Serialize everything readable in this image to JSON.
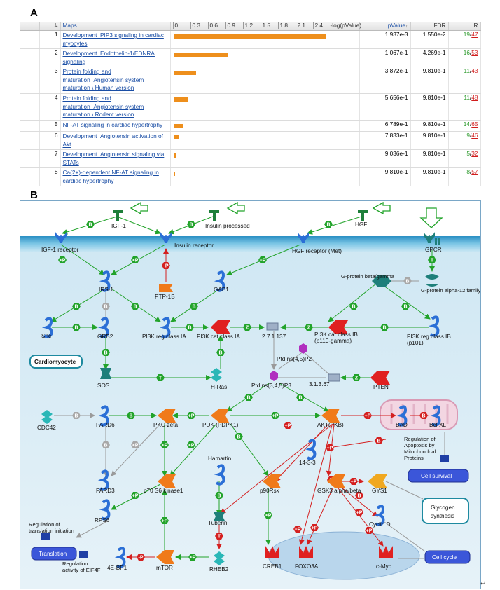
{
  "panel_a": {
    "letter": "A",
    "columns": {
      "num": "#",
      "maps": "Maps",
      "neglog": "-log(pValue)",
      "pvalue": "pValue",
      "pvalue_sort": "↑",
      "fdr": "FDR",
      "r": "R"
    },
    "ticks": [
      "0",
      "0.3",
      "0.6",
      "0.9",
      "1.2",
      "1.5",
      "1.8",
      "2.1",
      "2.4"
    ],
    "rows": [
      {
        "num": "1",
        "map": "Development_PIP3 signaling in cardiac myocytes",
        "bar": 2.71,
        "pvalue": "1.937e-3",
        "fdr": "1.550e-2",
        "r_green": "19",
        "r_red": "47"
      },
      {
        "num": "2",
        "map": "Development_Endothelin-1/EDNRA signaling",
        "bar": 0.97,
        "pvalue": "1.067e-1",
        "fdr": "4.269e-1",
        "r_green": "16",
        "r_red": "53"
      },
      {
        "num": "3",
        "map": "Protein folding and maturation_Angiotensin system maturation \\ Human version",
        "bar": 0.41,
        "pvalue": "3.872e-1",
        "fdr": "9.810e-1",
        "r_green": "11",
        "r_red": "43"
      },
      {
        "num": "4",
        "map": "Protein folding and maturation_Angiotensin system maturation \\ Rodent version",
        "bar": 0.25,
        "pvalue": "5.656e-1",
        "fdr": "9.810e-1",
        "r_green": "11",
        "r_red": "48"
      },
      {
        "num": "5",
        "map": "NF-AT signaling in cardiac hypertrophy",
        "bar": 0.17,
        "pvalue": "6.789e-1",
        "fdr": "9.810e-1",
        "r_green": "14",
        "r_red": "65"
      },
      {
        "num": "6",
        "map": "Development_Angiotensin activation of Akt",
        "bar": 0.11,
        "pvalue": "7.833e-1",
        "fdr": "9.810e-1",
        "r_green": "9",
        "r_red": "46"
      },
      {
        "num": "7",
        "map": "Development_Angiotensin signaling via STATs",
        "bar": 0.04,
        "pvalue": "9.036e-1",
        "fdr": "9.810e-1",
        "r_green": "5",
        "r_red": "32"
      },
      {
        "num": "8",
        "map": "Ca(2+)-dependent NF-AT signaling in cardiac hypertrophy",
        "bar": 0.01,
        "pvalue": "9.810e-1",
        "fdr": "9.810e-1",
        "r_green": "8",
        "r_red": "57"
      }
    ]
  },
  "panel_b": {
    "letter": "B",
    "nodes": {
      "igf1": "IGF-1",
      "insulin_processed": "Insulin processed",
      "hgf": "HGF",
      "igf1_receptor": "IGF-1 receptor",
      "insulin_receptor": "Insulin receptor",
      "hgf_receptor": "HGF receptor (Met)",
      "gpcr": "GPCR",
      "ptp1b": "PTP-1B",
      "irs1": "IRS-1",
      "gab1": "GAB1",
      "gprotein_bg": "G-protein beta/gamma",
      "gprotein_a12": "G-protein alpha-12 family",
      "shc": "Shc",
      "grb2": "GRB2",
      "pi3k_reg_ia": "PI3K reg class IA",
      "pi3k_cat_ia": "PI3K cat class IA",
      "ec_27_1_137": "2.7.1.137",
      "pi3k_cat_ib": "PI3K cat class IB (p110-gamma)",
      "pi3k_reg_ib": "PI3K reg class IB (p101)",
      "cardiomyocyte": "Cardiomyocyte",
      "ptdins45p2": "PtdIns(4,5)P2",
      "sos": "SOS",
      "hras": "H-Ras",
      "ptdins345p3": "PtdIns(3,4,5)P3",
      "ec_3_1_3_67": "3.1.3.67",
      "pten": "PTEN",
      "cdc42": "CDC42",
      "pard6": "PARD6",
      "pkczeta": "PKC-zeta",
      "pdk": "PDK (PDPK1)",
      "akt": "AKT(PKB)",
      "bad": "BAD",
      "bclxl": "Bcl-XL",
      "apoptosis": "Regulation of Apoptosis by Mitochondrial Proteins",
      "cell_survival": "Cell survival",
      "pard3": "PARD3",
      "p70s6": "p70 S6 kinase1",
      "hamartin": "Hamartin",
      "p90rsk": "p90Rsk",
      "r1433": "14-3-3",
      "gsk3": "GSK3 alpha/beta",
      "gys1": "GYS1",
      "glycogen": "Glycogen synthesis",
      "rps6": "RPS6",
      "tuberin": "Tuberin",
      "cyclind": "Cyclin D",
      "reg_translation": "Regulation of translation initiation",
      "translation": "Translation",
      "reg_eif4f": "Regulation activity of EIF4F",
      "fourebp1": "4E-BP1",
      "mtor": "mTOR",
      "rheb2": "RHEB2",
      "creb1": "CREB1",
      "foxo3a": "FOXO3A",
      "cmyc": "c-Myc",
      "cell_cycle": "Cell cycle"
    }
  },
  "colors": {
    "membrane": "#3aa0cf",
    "cytoplasm": "#d8ecf6",
    "activation": "#22a32a",
    "inhibition": "#d42020",
    "unspecified": "#9a9a9a",
    "orange_node": "#f07a1a",
    "blue_node": "#2b6fd6",
    "teal_node": "#1e7f7a",
    "red_node": "#e02020",
    "process_box": "#3b56d9",
    "map_link": "#1a4ea5",
    "bar": "#ee8f1c"
  }
}
